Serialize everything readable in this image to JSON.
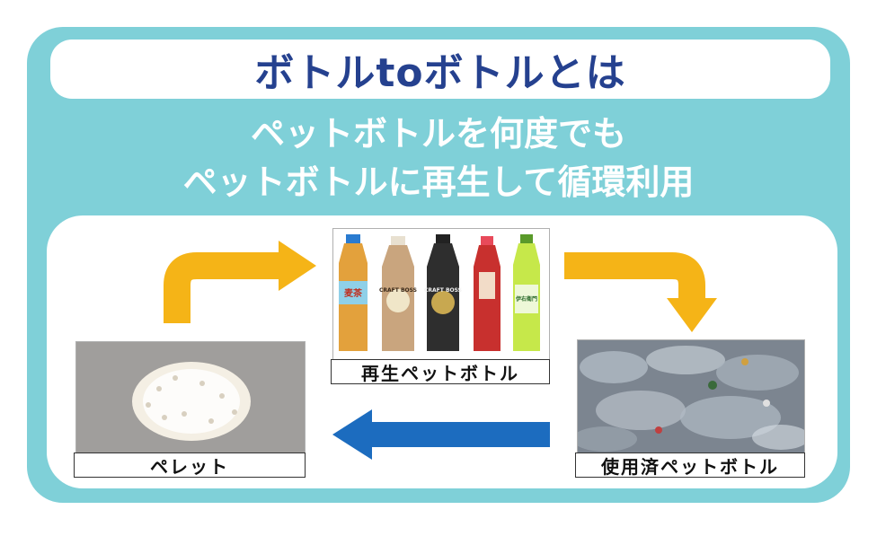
{
  "title": "ボトルtoボトルとは",
  "subtitle_line1": "ペットボトルを何度でも",
  "subtitle_line2": "ペットボトルに再生して循環利用",
  "nodes": {
    "recycled": {
      "label": "再生ペットボトル"
    },
    "used": {
      "label": "使用済ペットボトル"
    },
    "pellet": {
      "label": "ペレット"
    }
  },
  "bottle_labels": {
    "b1": "麦茶",
    "b2": "CRAFT BOSS",
    "b3": "CRAFT BOSS",
    "b4": "伊右衛門"
  },
  "colors": {
    "frame": "#7fd0d8",
    "title_text": "#25418f",
    "arrow_yellow": "#f5b417",
    "arrow_blue": "#1c6cbf"
  }
}
